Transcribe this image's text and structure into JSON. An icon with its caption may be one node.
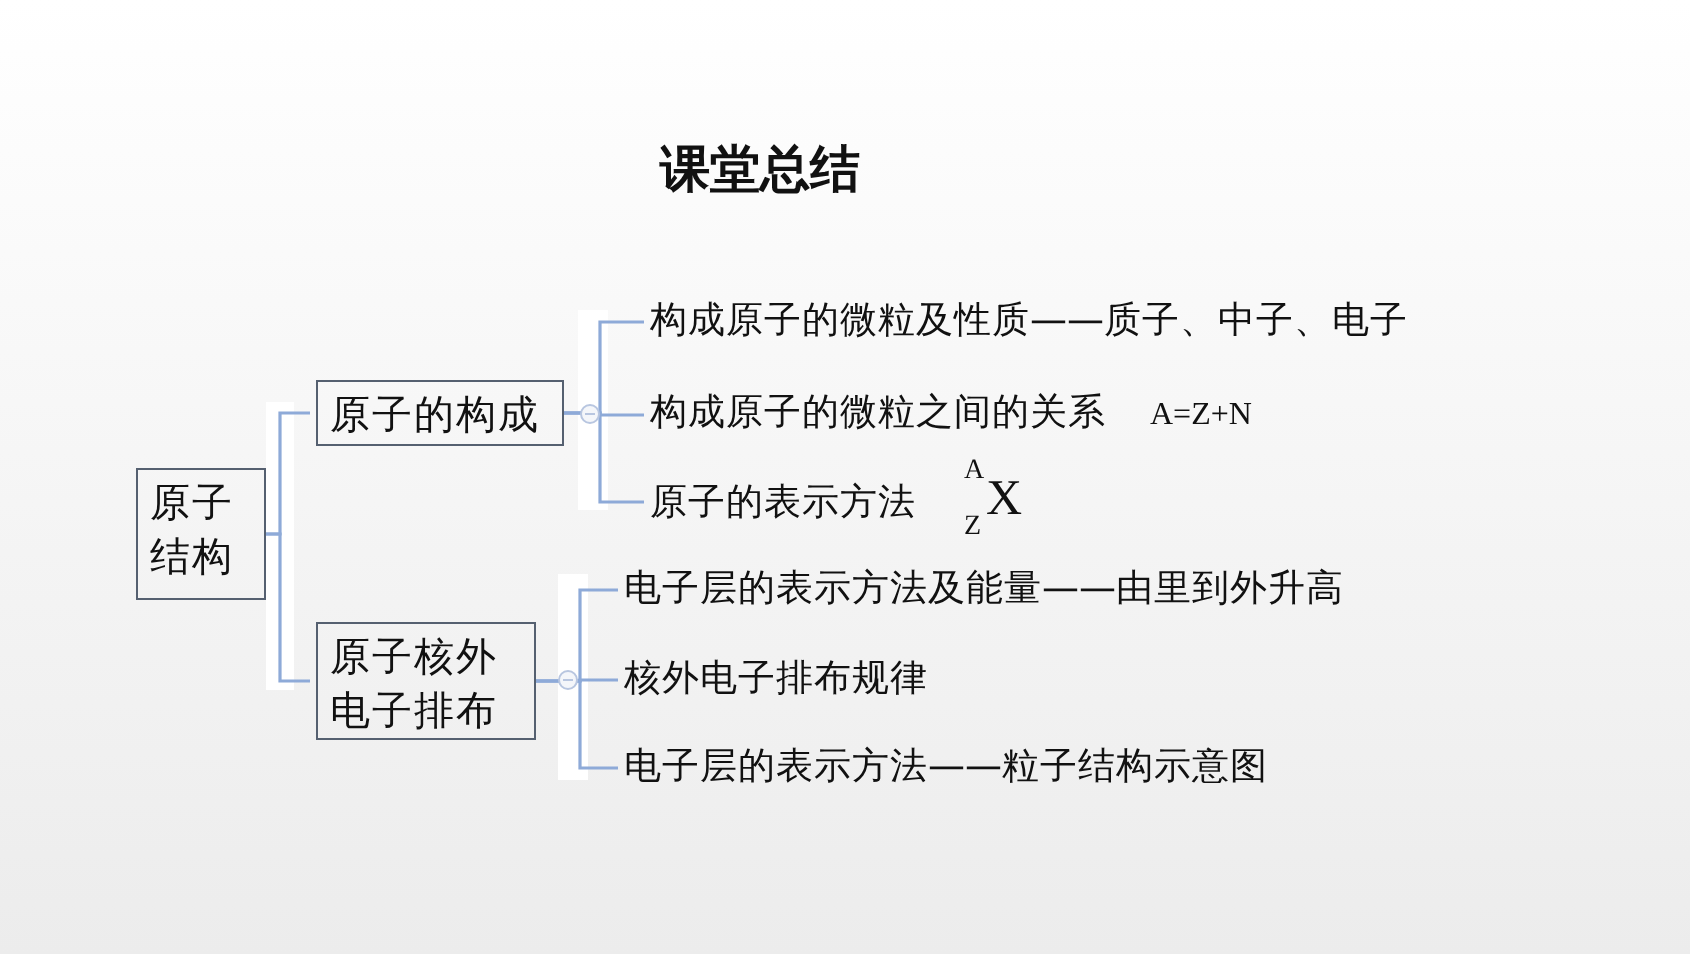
{
  "diagram": {
    "title": "课堂总结",
    "nodes": [
      {
        "text": [
          "原子结构"
        ]
      },
      {
        "text": [
          "原子的构成"
        ]
      },
      {
        "text": [
          "原子核外电子排布"
        ]
      },
      {
        "text": [
          "构成原子的微粒及性质——质子、中子、电子"
        ]
      },
      {
        "text": [
          "构成原子的微粒之间的关系",
          "A=Z+N"
        ]
      },
      {
        "text": [
          "原子的表示方法",
          "$^{A}$$_{Z}$X"
        ]
      },
      {
        "text": [
          "电子层的表示方法及能量——由里到外升高"
        ]
      },
      {
        "text": [
          "核外电子排布规律"
        ]
      },
      {
        "text": [
          "电子层的表示方法——粒子结构示意图"
        ]
      }
    ],
    "edges": [
      {
        "from": 0,
        "to": 1,
        "arrow": "none"
      },
      {
        "from": 0,
        "to": 2,
        "arrow": "none"
      },
      {
        "from": 1,
        "to": 3,
        "arrow": "none"
      },
      {
        "from": 1,
        "to": 4,
        "arrow": "none"
      },
      {
        "from": 1,
        "to": 5,
        "arrow": "none"
      },
      {
        "from": 2,
        "to": 6,
        "arrow": "none"
      },
      {
        "from": 2,
        "to": 7,
        "arrow": "none"
      },
      {
        "from": 2,
        "to": 8,
        "arrow": "none"
      }
    ]
  }
}
